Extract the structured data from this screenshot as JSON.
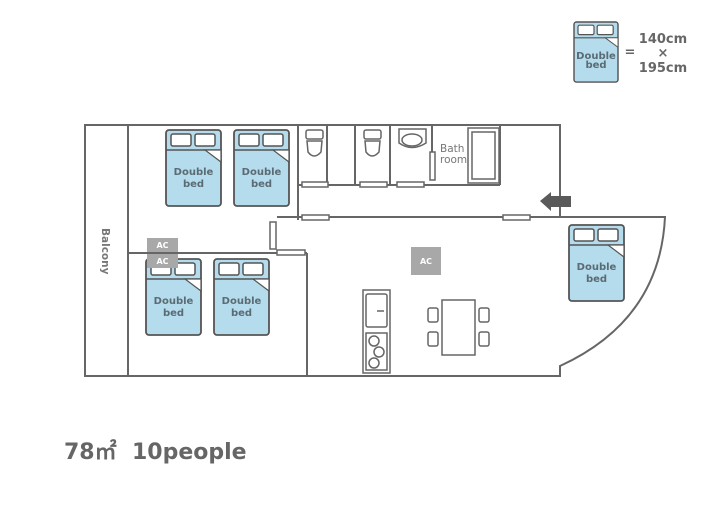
{
  "legend": {
    "bed_label_1": "Double",
    "bed_label_2": "bed",
    "equals": "=",
    "width": "140cm",
    "times": "×",
    "length": "195cm"
  },
  "rooms": {
    "balcony": "Balcony",
    "bath_1": "Bath",
    "bath_2": "room",
    "ac": "AC"
  },
  "beds": [
    {
      "line1": "Double",
      "line2": "bed"
    },
    {
      "line1": "Double",
      "line2": "bed"
    },
    {
      "line1": "Double",
      "line2": "bed"
    },
    {
      "line1": "Double",
      "line2": "bed"
    },
    {
      "line1": "Double",
      "line2": "bed"
    }
  ],
  "summary": {
    "area": "78㎡",
    "capacity": "10people"
  },
  "colors": {
    "bed": "#b5dcec",
    "wall": "#666666",
    "ac": "#a8a8a8"
  }
}
